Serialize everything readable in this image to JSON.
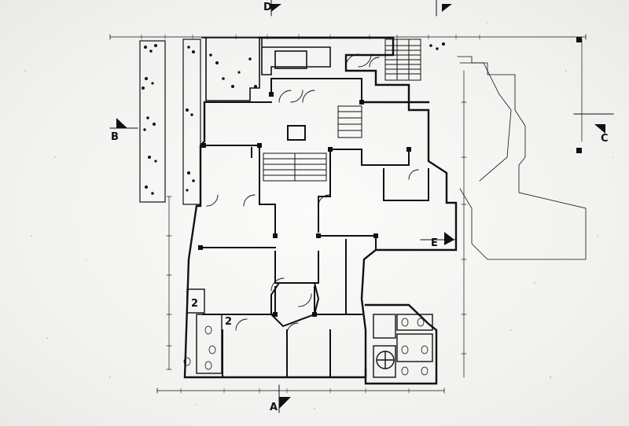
{
  "drawing": {
    "type": "architectural floor plan",
    "section_markers": [
      {
        "id": "A",
        "label": "A"
      },
      {
        "id": "B",
        "label": "B"
      },
      {
        "id": "C",
        "label": "C"
      },
      {
        "id": "D",
        "label": "D"
      },
      {
        "id": "E",
        "label": "E"
      }
    ],
    "stair_marks": [
      {
        "id": "s1",
        "label": "2"
      },
      {
        "id": "s2",
        "label": "2"
      }
    ]
  }
}
